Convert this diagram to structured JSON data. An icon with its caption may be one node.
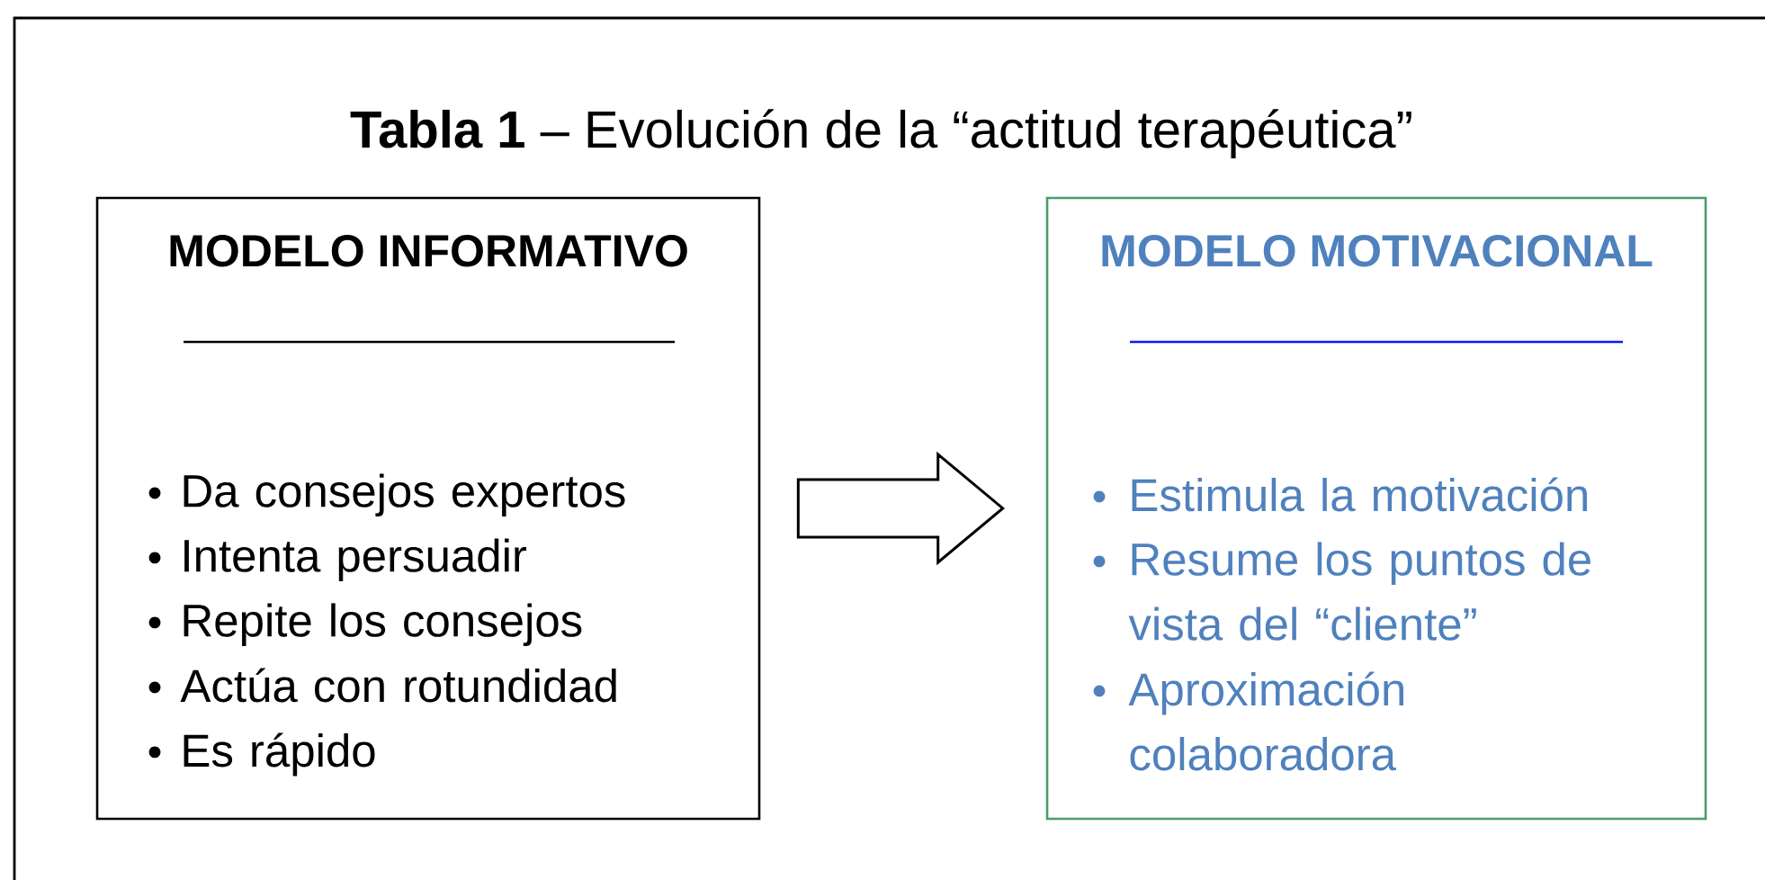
{
  "diagram": {
    "title": "**Tabla 1** – Evolución de la “actitud terapéutica”",
    "nodes": [
      {
        "text": [
          "MODELO INFORMATIVO",
          "Da consejos expertos",
          "Intenta persuadir",
          "Repite los consejos",
          "Actúa con rotundidad",
          "Es rápido"
        ]
      },
      {
        "text": [
          "MODELO MOTIVACIONAL",
          "Estimula la motivación",
          "Resume los puntos de vista del “cliente”",
          "Aproximación colaboradora"
        ]
      }
    ],
    "edges": [
      {
        "from": 0,
        "to": 1,
        "arrow": "to"
      }
    ]
  }
}
